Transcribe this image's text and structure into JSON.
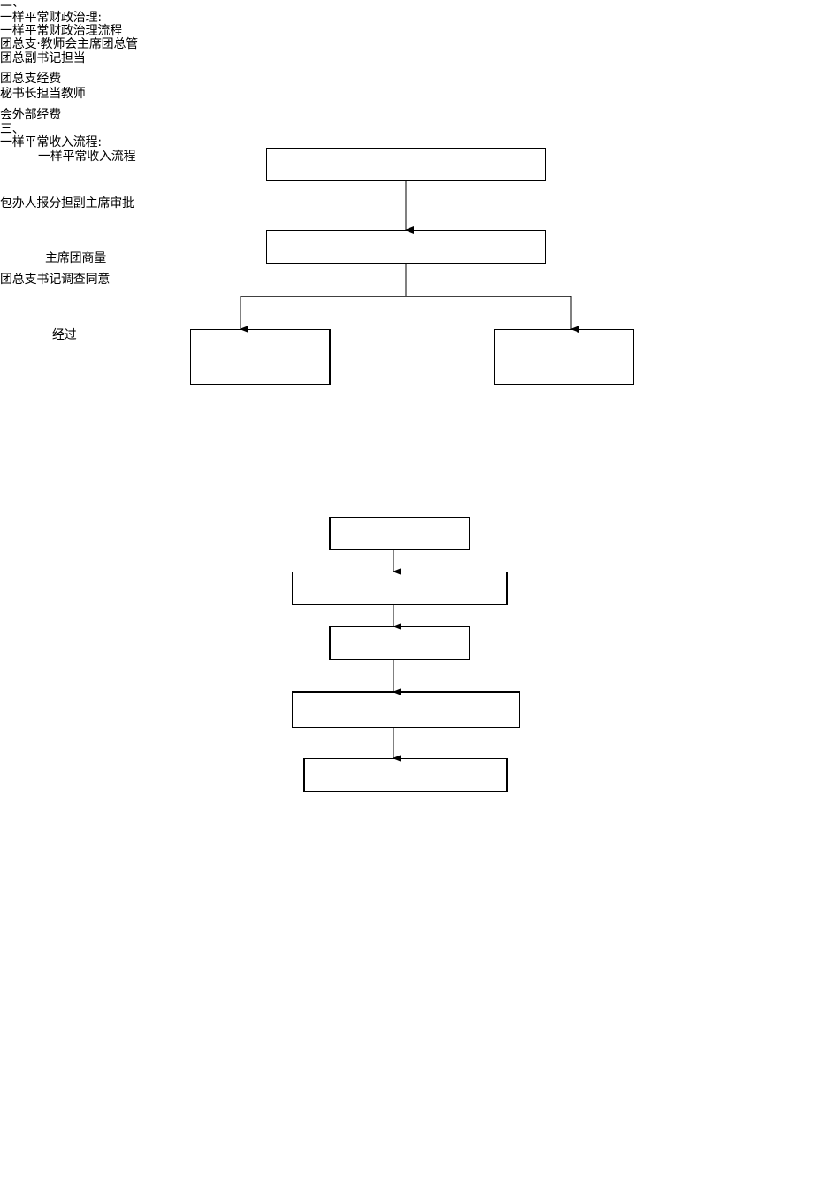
{
  "lines": {
    "l1": "二、",
    "l2": "一样平常财政治理:",
    "l3": "一样平常财政治理流程",
    "l4": "团总支·教师会主席团总管",
    "l5": "团总副书记担当",
    "l6": "团总支经费",
    "l7": "秘书长担当教师",
    "l8": "会外部经费",
    "l9": "三、",
    "l10": "一样平常收入流程:",
    "l11": "一样平常收入流程",
    "l12": "包办人报分担副主席审批",
    "l13": "主席团商量",
    "l14": "团总支书记调查同意",
    "l15": "经过"
  }
}
